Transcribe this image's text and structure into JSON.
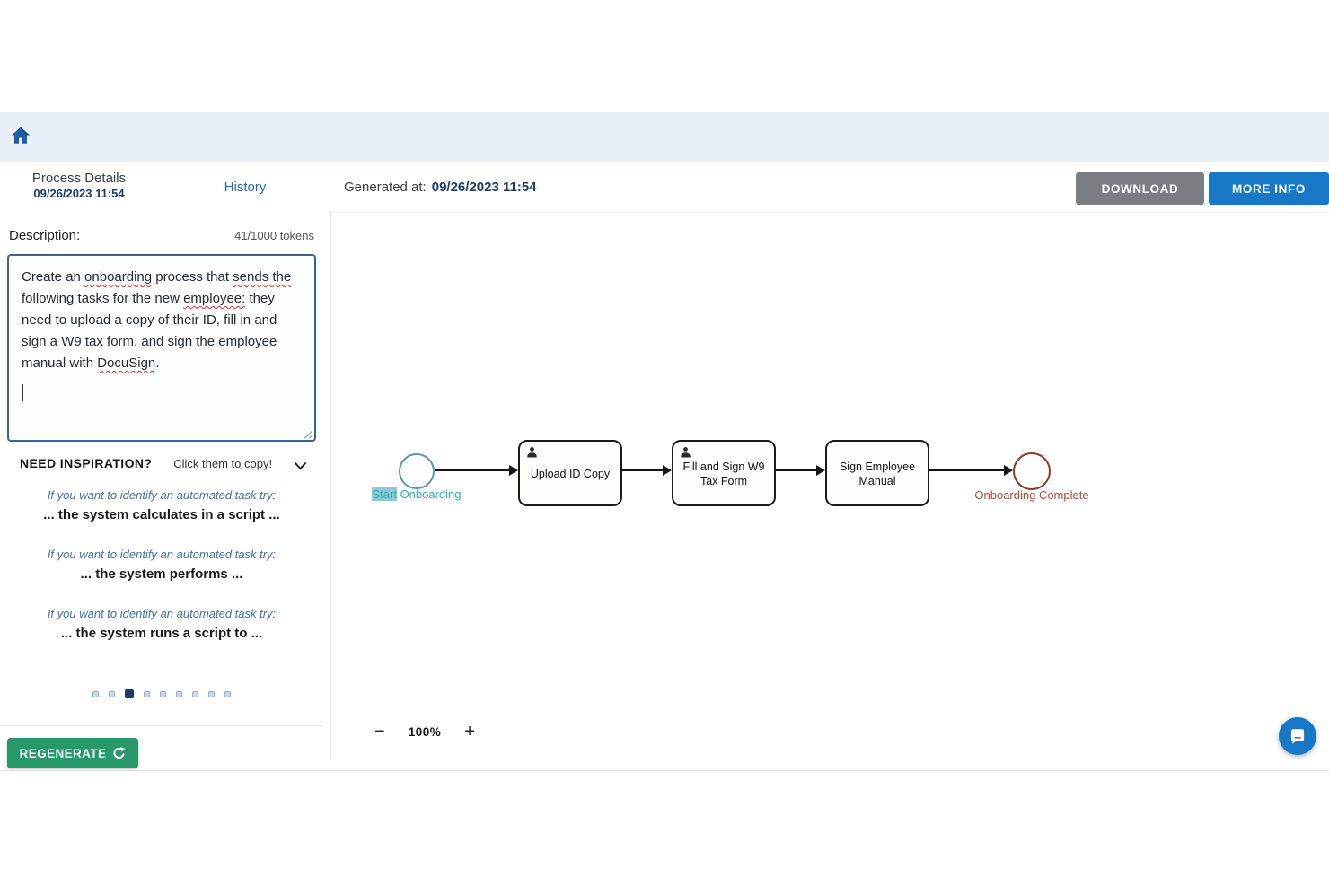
{
  "topbar": {
    "home_icon": "home-icon"
  },
  "header": {
    "tabs": [
      {
        "label": "Process Details",
        "sublabel": "09/26/2023 11:54"
      },
      {
        "label": "History"
      }
    ],
    "generated_at_label": "Generated at:",
    "generated_at_value": "09/26/2023 11:54",
    "download_label": "DOWNLOAD",
    "more_info_label": "MORE INFO"
  },
  "sidebar": {
    "description": {
      "label": "Description:",
      "counter": "41/1000 tokens",
      "segments": [
        {
          "t": "Create an "
        },
        {
          "t": "onboarding"
        },
        {
          "t": " process that "
        },
        {
          "t": "sends the"
        },
        {
          "t": " following tasks for the new "
        },
        {
          "t": "employee:"
        },
        {
          "t": " they need to upload a copy of their ID, fill in and sign a W9 tax form, and sign the employee manual with "
        },
        {
          "t": "DocuSign"
        },
        {
          "t": "."
        }
      ]
    },
    "inspiration_title": "NEED INSPIRATION?",
    "inspiration_hint": "Click them to copy!",
    "suggestions": [
      {
        "lead": "If you want to identify an automated task try:",
        "text": "... the system calculates in a script ..."
      },
      {
        "lead": "If you want to identify an automated task try:",
        "text": "... the system performs ..."
      },
      {
        "lead": "If you want to identify an automated task try:",
        "text": "... the system runs a script to ..."
      }
    ],
    "pagination": {
      "total": 9,
      "active_index": 2
    },
    "regenerate_label": "REGENERATE"
  },
  "canvas": {
    "zoom": {
      "minus": "−",
      "level": "100%",
      "plus": "+"
    },
    "diagram": {
      "start_event": {
        "label_highlight": "Start",
        "label_rest": " Onboarding"
      },
      "tasks": [
        {
          "label": "Upload ID Copy",
          "icon": "user-task-icon"
        },
        {
          "label": "Fill and Sign W9 Tax Form",
          "icon": "user-task-icon"
        },
        {
          "label": "Sign Employee Manual",
          "icon": "docusign-icon"
        }
      ],
      "end_event": {
        "label": "Onboarding Complete"
      }
    }
  },
  "colors": {
    "topbar_bg": "#e9eff7",
    "accent_blue": "#1878c8",
    "navy": "#1d3c66",
    "download_gray": "#7a7e83",
    "regenerate_green": "#27986a",
    "start_event_stroke": "#5796ab",
    "start_label": "#2db3a8",
    "end_event_stroke": "#8a3b2c",
    "end_label": "#b14a3c"
  }
}
